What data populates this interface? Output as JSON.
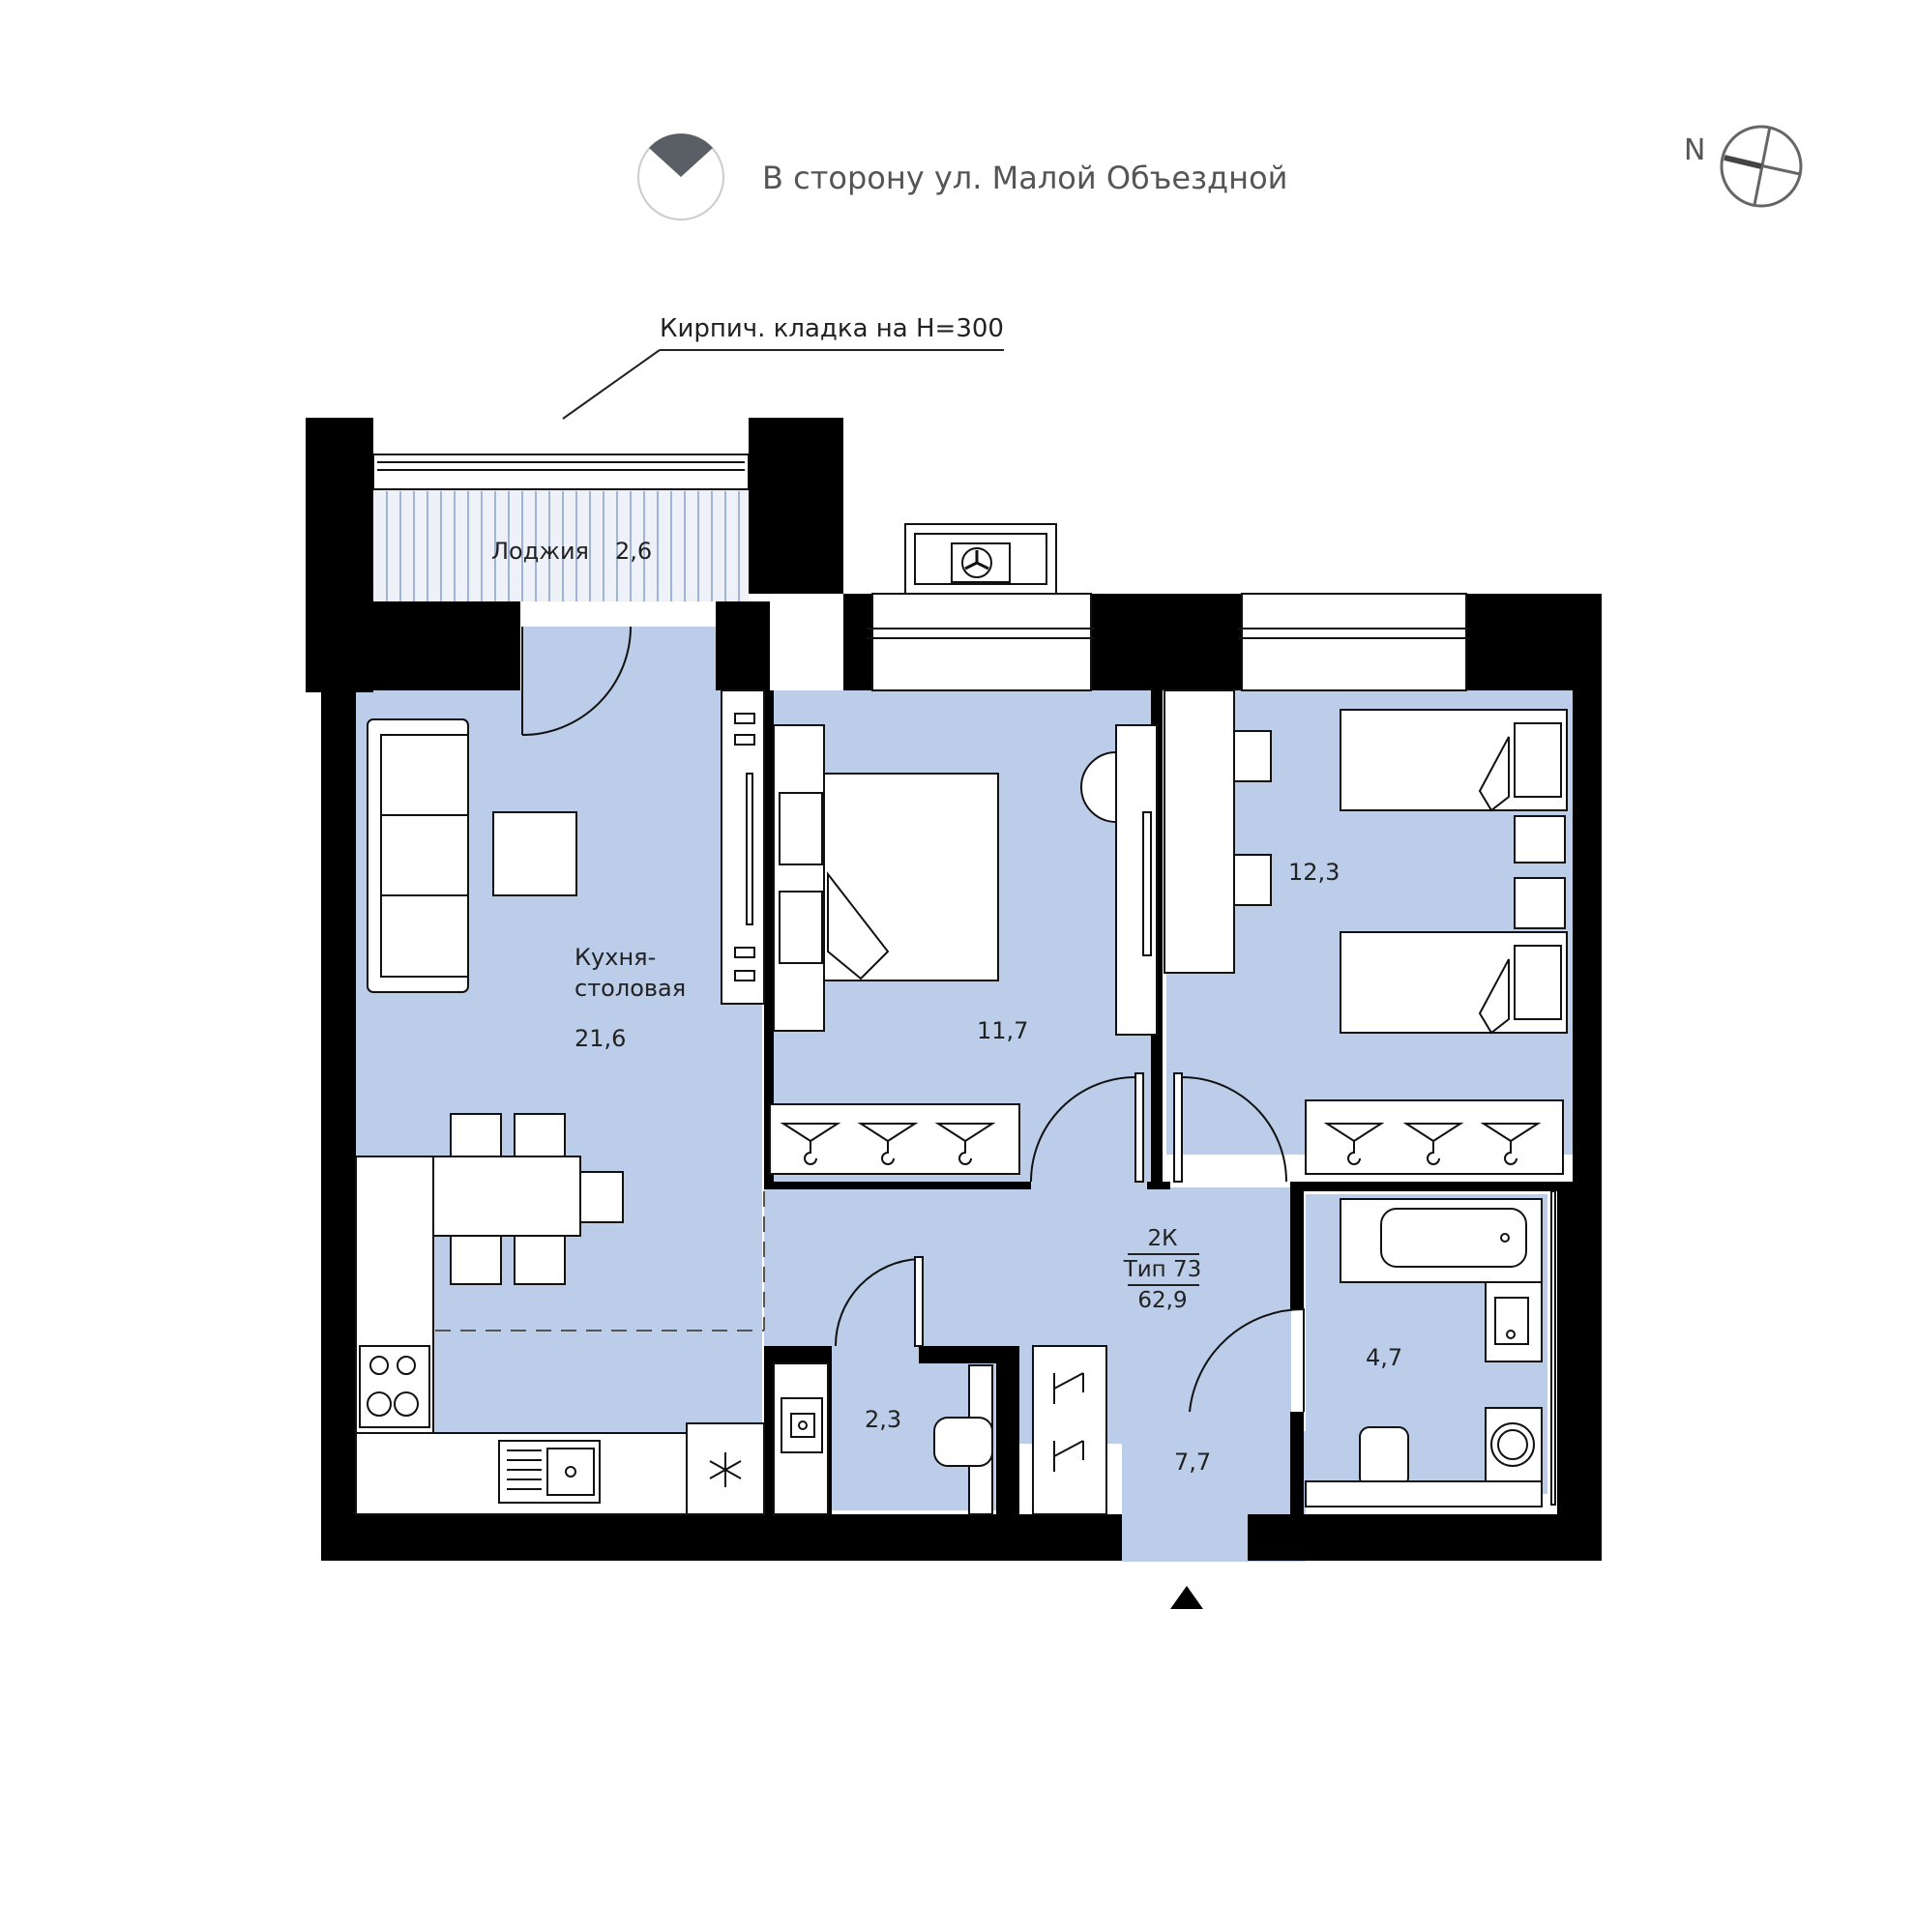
{
  "header": {
    "direction_text": "В сторону ул. Малой Объездной",
    "north_label": "N"
  },
  "notes": {
    "brick": "Кирпич. кладка на H=300"
  },
  "rooms": {
    "loggia": {
      "name": "Лоджия",
      "area": "2,6"
    },
    "kitchen": {
      "name_line1": "Кухня-",
      "name_line2": "столовая",
      "area": "21,6"
    },
    "bedroom1": {
      "area": "11,7"
    },
    "bedroom2": {
      "area": "12,3"
    },
    "wc": {
      "area": "2,3"
    },
    "hall": {
      "area": "7,7"
    },
    "bath": {
      "area": "4,7"
    }
  },
  "apartment": {
    "rooms": "2К",
    "type": "Тип 73",
    "total_area": "62,9"
  },
  "colors": {
    "room_fill": "#bccde9",
    "wall": "#000000",
    "outline": "#111111"
  },
  "icons": [
    "direction-icon",
    "compass-icon",
    "ac-fan-icon",
    "snowflake-icon",
    "entrance-arrow-icon"
  ]
}
